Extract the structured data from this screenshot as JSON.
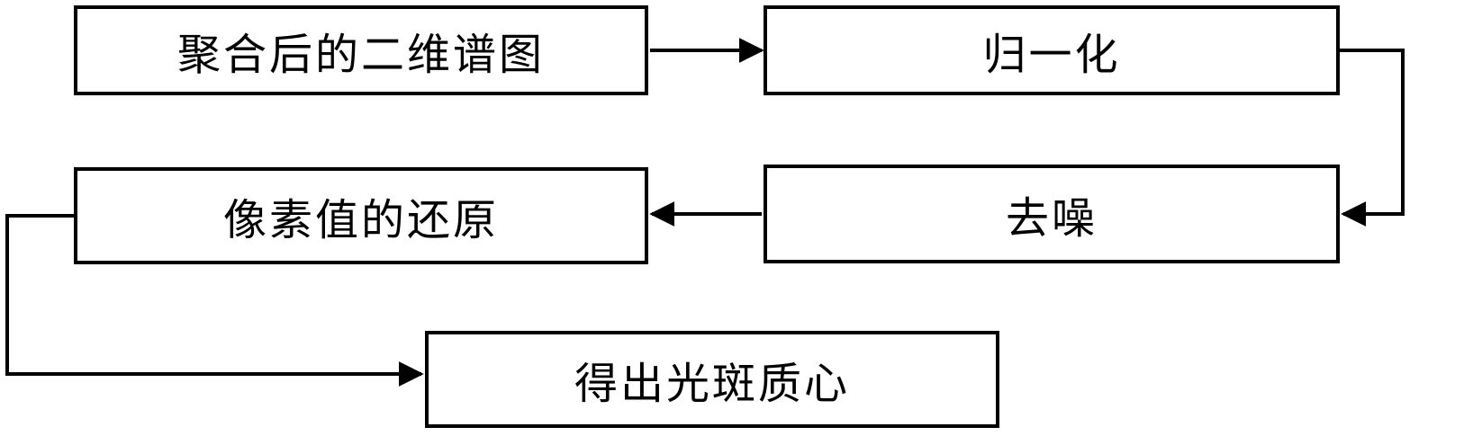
{
  "diagram": {
    "type": "flowchart",
    "colors": {
      "node_fill": "#ffffff",
      "node_border": "#000000",
      "arrow": "#000000",
      "text": "#000000"
    },
    "nodes": [
      {
        "id": "aggregated-spectrogram",
        "label": "聚合后的二维谱图"
      },
      {
        "id": "normalization",
        "label": "归一化"
      },
      {
        "id": "pixel-restoration",
        "label": "像素值的还原"
      },
      {
        "id": "denoising",
        "label": "去噪"
      },
      {
        "id": "spot-centroid",
        "label": "得出光斑质心"
      }
    ],
    "edges": [
      {
        "from": "aggregated-spectrogram",
        "to": "normalization",
        "style": "straight-right"
      },
      {
        "from": "normalization",
        "to": "denoising",
        "style": "right-down-left"
      },
      {
        "from": "denoising",
        "to": "pixel-restoration",
        "style": "straight-left"
      },
      {
        "from": "pixel-restoration",
        "to": "spot-centroid",
        "style": "left-down-right"
      }
    ]
  }
}
